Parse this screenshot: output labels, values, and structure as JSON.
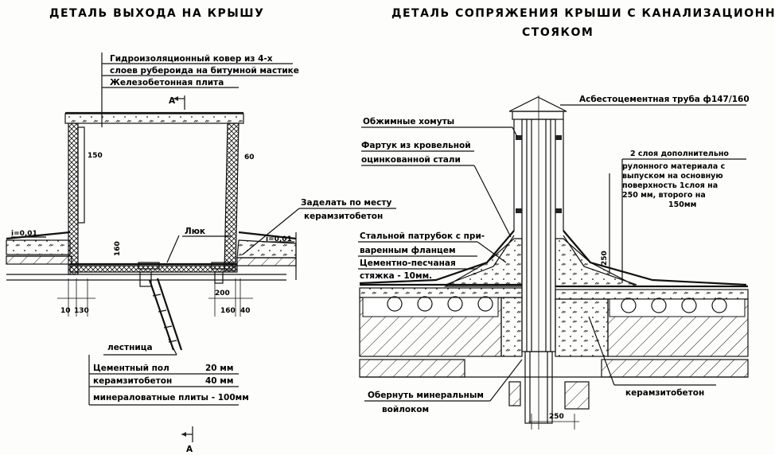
{
  "left": {
    "title": "ДЕТАЛЬ ВЫХОДА НА КРЫШУ",
    "labels": {
      "waterproof_1": "Гидроизоляционный ковер из 4-х",
      "waterproof_2": "слоев рубероида на битумной мастике",
      "slab": "Железобетонная плита",
      "section_a": "А",
      "dim_150": "150",
      "dim_60": "60",
      "slope_left": "i=0,01",
      "slope_right": "i=0,01",
      "hatch": "Люк",
      "dim_160_v": "160",
      "seal_1": "Заделать по месту",
      "seal_2": "керамзитобетон",
      "dim_10": "10",
      "dim_130": "130",
      "dim_200": "200",
      "dim_160": "160",
      "dim_40": "40",
      "ladder": "лестница",
      "floor_1_name": "Цементный пол",
      "floor_1_val": "20 мм",
      "floor_2_name": "керамзитобетон",
      "floor_2_val": "40 мм",
      "floor_3": "минераловатные плиты - 100мм",
      "section_a_bottom": "А"
    }
  },
  "right": {
    "title_1": "ДЕТАЛЬ СОПРЯЖЕНИЯ КРЫШИ С КАНАЛИЗАЦИОННЫЙ",
    "title_2": "СТОЯКОМ",
    "labels": {
      "pipe": "Асбестоцементная труба ф147/160",
      "clamps": "Обжимные хомуты",
      "apron_1": "Фартук из кровельной",
      "apron_2": "оцинкованной стали",
      "extra_1": "2 слоя дополнительно",
      "extra_2": "рулонного материала с",
      "extra_3": "выпуском на основную",
      "extra_4": "поверхность 1слоя на",
      "extra_5": "250 мм, второго на",
      "extra_6": "150мм",
      "steel_1": "Стальной патрубок с при-",
      "steel_2": "варенным фланцем",
      "screed_1": "Цементно-песчаная",
      "screed_2": "стяжка - 10мм.",
      "dim_250_v": "250",
      "wrap_1": "Обернуть минеральным",
      "wrap_2": "войлоком",
      "keramzit": "керамзитобетон",
      "dim_250": "250"
    }
  }
}
